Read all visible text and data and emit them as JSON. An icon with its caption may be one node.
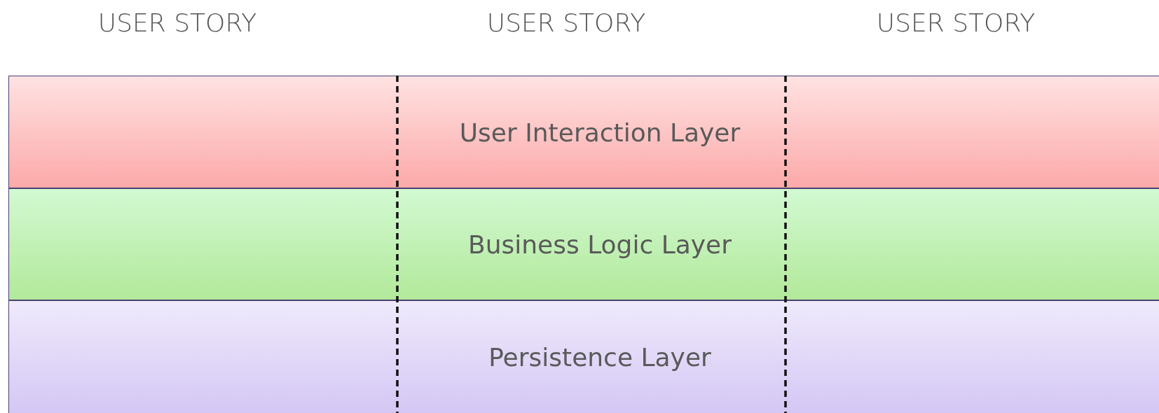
{
  "diagram": {
    "nodes": [
      {
        "text": [
          "User Interaction Layer"
        ]
      },
      {
        "text": [
          "Business Logic Layer"
        ]
      },
      {
        "text": [
          "Persistence Layer"
        ]
      }
    ],
    "labels": [
      "USER STORY",
      "USER STORY",
      "USER STORY"
    ]
  }
}
